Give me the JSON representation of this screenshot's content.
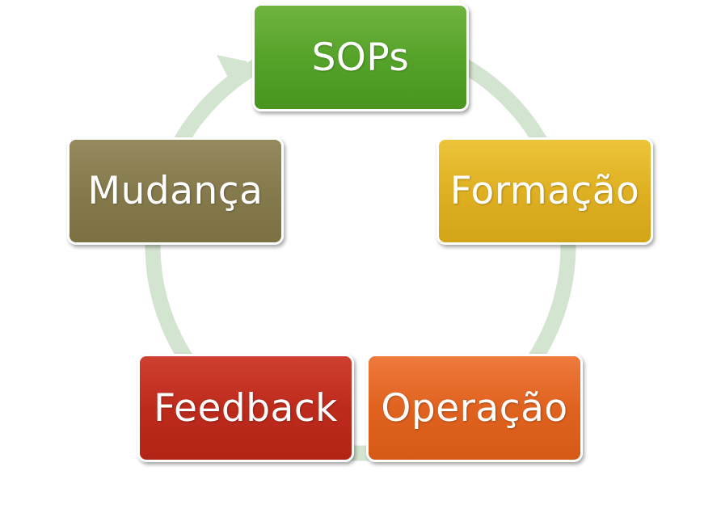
{
  "diagram": {
    "type": "cycle",
    "arrow_color": "#d3e4d0",
    "nodes": [
      {
        "key": "sops",
        "label": "SOPs",
        "color": "#56a32a"
      },
      {
        "key": "formacao",
        "label": "Formação",
        "color": "#dfb022"
      },
      {
        "key": "operacao",
        "label": "Operação",
        "color": "#e0621f"
      },
      {
        "key": "feedback",
        "label": "Feedback",
        "color": "#bd2b1d"
      },
      {
        "key": "mudanca",
        "label": "Mudança",
        "color": "#857a4c"
      }
    ]
  }
}
